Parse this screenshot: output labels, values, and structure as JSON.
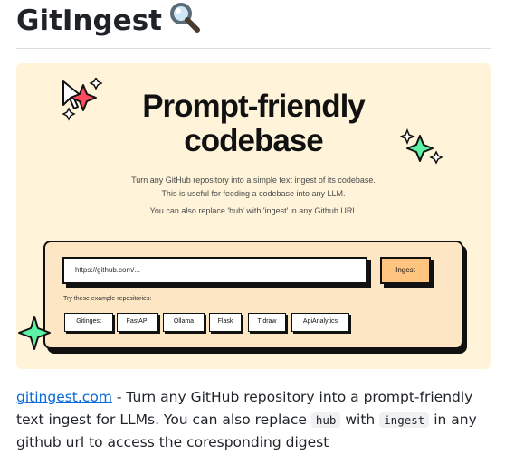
{
  "heading": {
    "title": "GitIngest",
    "icon": "magnifying-glass-icon"
  },
  "banner": {
    "hero_line1": "Prompt-friendly",
    "hero_line2": "codebase",
    "sub_line1": "Turn any GitHub repository into a simple text ingest of its codebase.",
    "sub_line2": "This is useful for feeding a codebase into any LLM.",
    "sub_line3": "You can also replace 'hub' with 'ingest' in any Github URL",
    "input_placeholder": "https://github.com/...",
    "ingest_label": "Ingest",
    "try_label": "Try these example repositories:",
    "examples": [
      "Gitingest",
      "FastAPI",
      "Ollama",
      "Flask",
      "Tldraw",
      "ApiAnalytics"
    ],
    "colors": {
      "background": "#fff4da",
      "card": "#fde6c4",
      "button": "#ffc480",
      "sparkle_red": "#fe4a60",
      "sparkle_green": "#5cf1a4"
    }
  },
  "description": {
    "link": "gitingest.com",
    "text1": " - Turn any GitHub repository into a prompt-friendly text ingest for LLMs. You can also replace ",
    "code1": "hub",
    "text2": " with ",
    "code2": "ingest",
    "text3": " in any github url to access the coresponding digest"
  }
}
